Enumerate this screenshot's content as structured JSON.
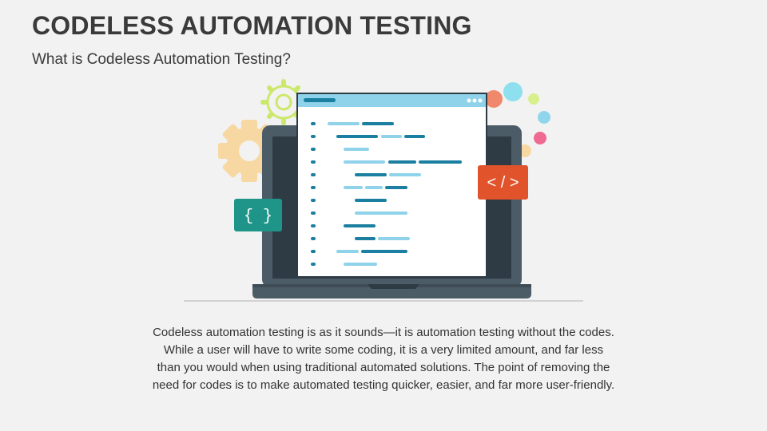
{
  "slide": {
    "title": "CODELESS AUTOMATION TESTING",
    "subtitle": "What is Codeless Automation Testing?",
    "description": "Codeless automation testing is as it sounds—it is automation testing without the codes. While a user will have to write some coding, it is a very limited amount, and far less than you would when using traditional automated solutions. The point of removing the need for codes is to make automated testing quicker, easier, and far more user-friendly."
  },
  "illustration": {
    "left_badge": "{ }",
    "right_badge": "< / >",
    "icons": [
      "gear-icon",
      "laptop-icon",
      "code-window-icon",
      "curly-braces-icon",
      "code-tag-icon"
    ]
  },
  "colors": {
    "laptop": "#4c5c67",
    "laptop_screen": "#2f3b44",
    "window_header": "#8fd3ea",
    "code_dark": "#1a7fa0",
    "code_light": "#8fd3ea",
    "badge_left": "#1f9488",
    "badge_right": "#e0532b",
    "gear_orange": "#f8d8a2",
    "gear_green": "#cce86a"
  }
}
